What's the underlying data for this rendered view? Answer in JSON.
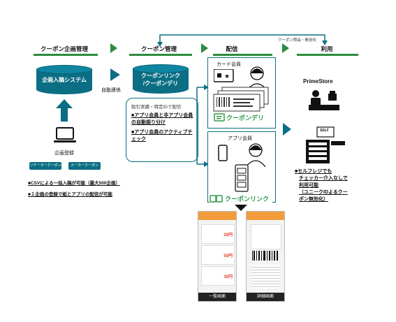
{
  "headers": {
    "planning": "クーポン企画管理",
    "management": "クーポン管理",
    "delivery": "配信",
    "usage": "利用"
  },
  "top_flow_label": "クーポン照会・無効化",
  "planning": {
    "system_label": "企画入稿システム",
    "registration_label": "企画登録",
    "tags": [
      "リテーラークーポン",
      "メーカークーポン"
    ],
    "notes": [
      "■CSVによる一括入稿が可能（最大500企画）",
      "■１企画の登録で紙とアプリの配信が可能"
    ]
  },
  "auto_link_label": "自動連係",
  "management": {
    "system_label_line1": "クーポンリンク",
    "system_label_line2": "/クーポンデリ",
    "detail_title": "取引実績・特定IDで配信",
    "detail_items": [
      "■アプリ会員と非アプリ会員の自動振り分け",
      "■アプリ会員のアクティブチェック"
    ]
  },
  "delivery": {
    "card_title": "カード会員",
    "card_brand": "クーポンデリ",
    "app_title": "アプリ会員",
    "app_brand": "クーポンリンク"
  },
  "usage": {
    "store_label": "PrimeStore",
    "self_label": "SELF",
    "notes": [
      "■セルフレジでも",
      "チェッカー介入なしで",
      "利用可能",
      "（ユニークIDよるクー",
      "ポン無効化）"
    ]
  },
  "screens": {
    "list_caption": "一覧画面",
    "detail_caption": "詳細画面",
    "coupon_prices": [
      "20円",
      "50円",
      "30円"
    ]
  },
  "colors": {
    "teal": "#0b6e84",
    "green": "#2e8b3e",
    "brandGreen": "#2e9b4a",
    "orange": "#f39c3c"
  }
}
